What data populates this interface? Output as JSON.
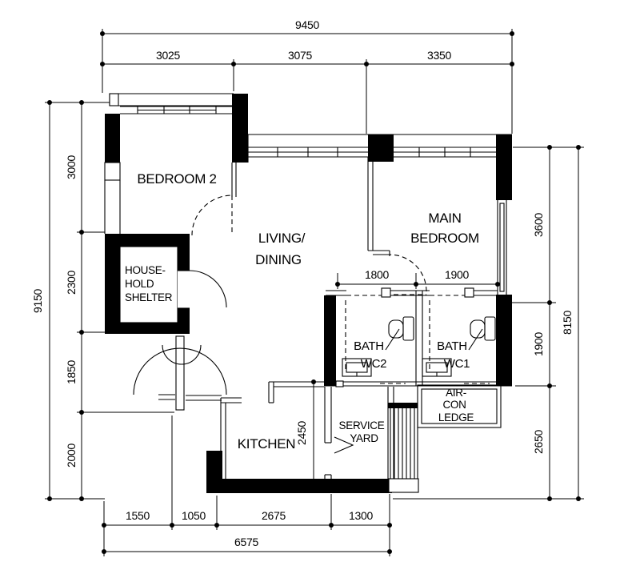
{
  "floorplan": {
    "rooms": {
      "bedroom2": {
        "label": "BEDROOM 2"
      },
      "living": {
        "line1": "LIVING/",
        "line2": "DINING"
      },
      "main_bedroom": {
        "line1": "MAIN",
        "line2": "BEDROOM"
      },
      "household_shelter": {
        "line1": "HOUSE-",
        "line2": "HOLD",
        "line3": "SHELTER"
      },
      "bath_wc2": {
        "line1": "BATH",
        "line2": "WC2"
      },
      "bath_wc1": {
        "line1": "BATH",
        "line2": "WC1"
      },
      "kitchen": {
        "label": "KITCHEN"
      },
      "service_yard": {
        "line1": "SERVICE",
        "line2": "YARD"
      },
      "aircon_ledge": {
        "line1": "AIR-",
        "line2": "CON",
        "line3": "LEDGE"
      }
    },
    "dimensions_mm": {
      "top": {
        "overall": "9450",
        "segments": [
          "3025",
          "3075",
          "3350"
        ]
      },
      "left": {
        "overall": "9150",
        "segments": [
          "3000",
          "2300",
          "1850",
          "2000"
        ]
      },
      "right": {
        "overall": "8150",
        "segments": [
          "3600",
          "1900",
          "2650"
        ]
      },
      "bottom": {
        "overall": "6575",
        "segments": [
          "1550",
          "1050",
          "2675",
          "1300"
        ]
      },
      "interior": {
        "bath_wc2_width": "1800",
        "bath_wc1_width": "1900",
        "kitchen_depth": "2450"
      }
    },
    "colors": {
      "wall": "#000000",
      "line": "#1a1a1a",
      "background": "#ffffff"
    }
  }
}
